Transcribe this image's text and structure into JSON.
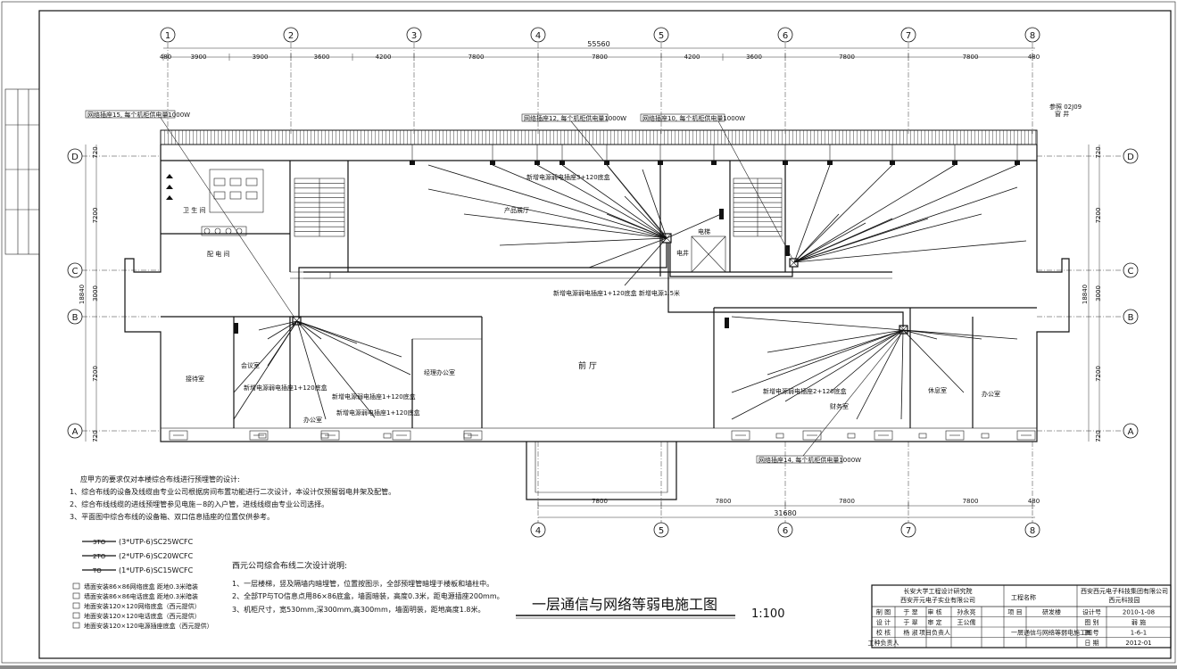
{
  "drawing": {
    "title": "一层通信与网络等弱电施工图",
    "scale": "1:100"
  },
  "axes": {
    "top_numbers": [
      "1",
      "2",
      "3",
      "4",
      "5",
      "6",
      "7",
      "8"
    ],
    "bottom_numbers": [
      "4",
      "5",
      "6",
      "7",
      "8"
    ],
    "side_letters": [
      "D",
      "C",
      "B",
      "A"
    ]
  },
  "dimensions": {
    "top_total": "55560",
    "top_segments": [
      "480",
      "3900",
      "3900",
      "3600",
      "4200",
      "7800",
      "7800",
      "4200",
      "3600",
      "7800",
      "7800",
      "480"
    ],
    "side_total": "18840",
    "side_segments": [
      "720",
      "7200",
      "3000",
      "7200",
      "720"
    ],
    "bottom_total": "31680",
    "bottom_segments": [
      "7800",
      "7800",
      "7800",
      "7800",
      "480"
    ]
  },
  "callouts": {
    "nw": "网络插座15, 每个机柜供电量1000W",
    "north_mid": "网络插座12, 每个机柜供电量1000W",
    "north_right": "网络插座10, 每个机柜供电量1000W",
    "south_right": "网络插座14, 每个机柜供电量1000W",
    "ref_no": "参照 02J09",
    "ref_sub": "窗 井"
  },
  "room_labels": {
    "r1": "卫 生 间",
    "r2": "配 电 间",
    "r3": "产品展厅",
    "r4": "前 厅",
    "r5": "电井",
    "r6": "接待室",
    "r7": "会议室",
    "r8": "办公室",
    "r9": "经理办公室",
    "r10": "财务室",
    "r11": "休息室",
    "r12": "办公室",
    "r13": "电梯",
    "box1": "新增电源弱电插座3+120底盒",
    "box2": "新增电源弱电插座1+120底盒",
    "box3": "新增电源弱电插座1+120底盒",
    "box4": "新增电源弱电插座2+120底盒",
    "box5": "新增电源弱电插座1+120底盒  新增电源1.5米",
    "box6": "新增电源弱电插座1+120底盒"
  },
  "notes": {
    "heading": "应甲方的要求仅对本楼综合布线进行预埋管的设计:",
    "lines": [
      "1、综合布线的设备及线缆由专业公司根据房间布置功能进行二次设计，本设计仅预留弱电井架及配管。",
      "2、综合布线线缆的进线预埋管参见电施－8的入户管，进线线缆由专业公司选择。",
      "3、平面图中综合布线的设备箱、双口信息插座的位置仅供参考。"
    ]
  },
  "legend": {
    "items": [
      {
        "tag": "3TO",
        "text": "(3*UTP-6)SC25WCFC"
      },
      {
        "tag": "2TO",
        "text": "(2*UTP-6)SC20WCFC"
      },
      {
        "tag": "TO",
        "text": "(1*UTP-6)SC15WCFC"
      }
    ],
    "symbols": [
      "墙面安装86×86网络底盒  距地0.3米暗装",
      "墙面安装86×86电话底盒  距地0.3米暗装",
      "地面安装120×120网络底盒（西元提供）",
      "地面安装120×120电话底盒（西元提供）",
      "地面安装120×120电源插座底盒（西元提供）"
    ]
  },
  "second_design": {
    "heading": "西元公司综合布线二次设计说明:",
    "lines": [
      "1、一层楼梯，竖及隔墙内暗埋管，位置按图示，全部预埋管暗埋于楼板和墙柱中。",
      "2、全部TP与TO信息点用86×86底盒，墙面暗装，高度0.3米，距电源插座200mm。",
      "3、机柜尺寸，宽530mm,深300mm,高300mm，墙面明装，距地高度1.8米。"
    ]
  },
  "title_block": {
    "institute": "长安大学工程设计研究院",
    "company1": "西安开元电子实业有限公司",
    "project_label": "工程名称",
    "client": "西安西元电子科技集团有限公司",
    "client_sub": "西元科技园",
    "rows": [
      [
        "制 图",
        "于 翠",
        "审 核",
        "",
        "孙永亮",
        "",
        "项 目",
        "研发楼",
        "设计号",
        "2010-1-08"
      ],
      [
        "设 计",
        "于 翠",
        "审 定",
        "",
        "王公儒",
        "",
        "",
        "",
        "图 别",
        "弱 施"
      ],
      [
        "校 核",
        "杨 淑",
        "项目负责人",
        "",
        "",
        "",
        "",
        "一层通信与网络等弱电施工图",
        "图 号",
        "1-6-1"
      ],
      [
        "工种负责人",
        "",
        "",
        "",
        "",
        "",
        "",
        "",
        "日 期",
        "2012-01"
      ]
    ]
  }
}
